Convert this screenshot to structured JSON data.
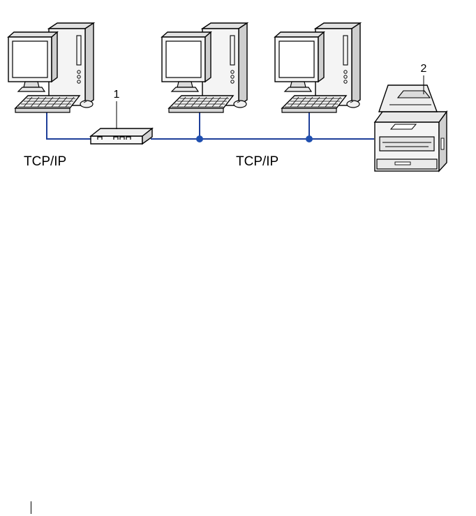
{
  "diagram": {
    "labels": {
      "protocol_left": "TCP/IP",
      "protocol_right": "TCP/IP",
      "callout_hub": "1",
      "callout_printer": "2"
    },
    "nodes": [
      {
        "id": "pc-1",
        "type": "computer"
      },
      {
        "id": "hub",
        "type": "hub-router",
        "callout": "1"
      },
      {
        "id": "pc-2",
        "type": "computer"
      },
      {
        "id": "pc-3",
        "type": "computer"
      },
      {
        "id": "printer",
        "type": "printer",
        "callout": "2"
      }
    ],
    "links": [
      {
        "from": "pc-1",
        "to": "hub"
      },
      {
        "from": "hub",
        "to": "pc-2"
      },
      {
        "from": "pc-2",
        "to": "pc-3"
      },
      {
        "from": "pc-3",
        "to": "printer"
      }
    ],
    "colors": {
      "network_line": "#1f3f99",
      "junction_dot": "#1f4fb0",
      "device_fill": "#f4f4f4",
      "device_shade": "#dcdcdc",
      "device_stroke": "#000000",
      "screen_fill": "#ffffff"
    },
    "icons": [
      "computer-icon",
      "hub-icon",
      "printer-icon"
    ]
  }
}
